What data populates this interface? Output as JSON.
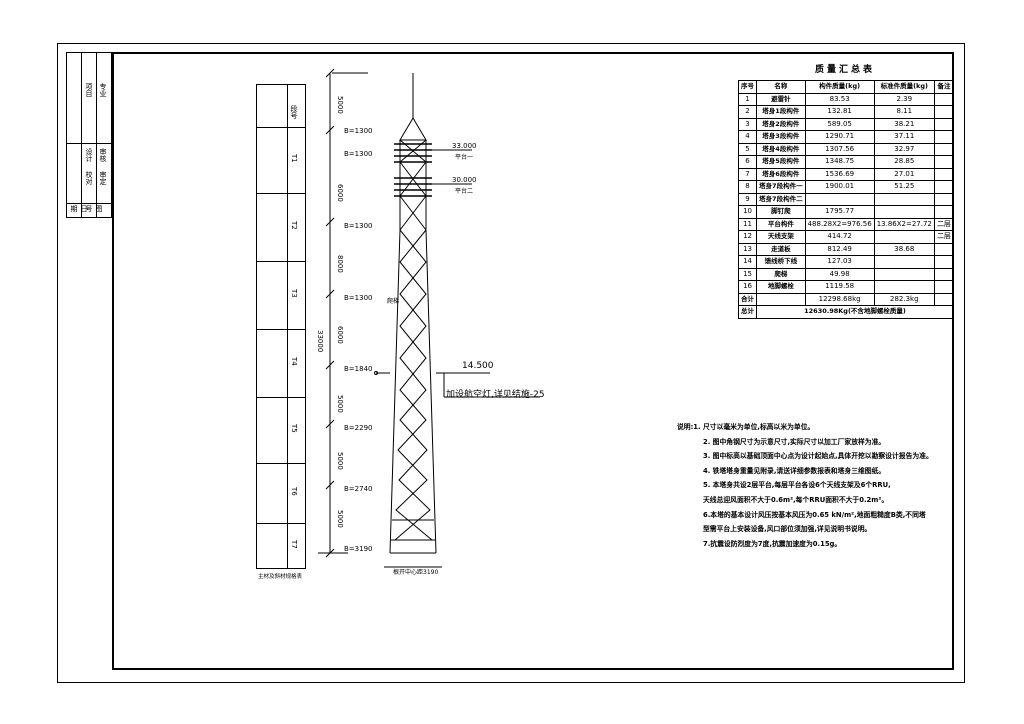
{
  "summary_table": {
    "title": "质量汇总表",
    "headers": [
      "序号",
      "名称",
      "构件质量(kg)",
      "标准件质量(kg)",
      "备注"
    ],
    "rows": [
      [
        "1",
        "避雷针",
        "83.53",
        "2.39",
        ""
      ],
      [
        "2",
        "塔身1段构件",
        "132.81",
        "8.11",
        ""
      ],
      [
        "3",
        "塔身2段构件",
        "589.05",
        "38.21",
        ""
      ],
      [
        "4",
        "塔身3段构件",
        "1290.71",
        "37.11",
        ""
      ],
      [
        "5",
        "塔身4段构件",
        "1307.56",
        "32.97",
        ""
      ],
      [
        "6",
        "塔身5段构件",
        "1348.75",
        "28.85",
        ""
      ],
      [
        "7",
        "塔身6段构件",
        "1536.69",
        "27.01",
        ""
      ],
      [
        "8",
        "塔身7段构件一",
        "1900.01",
        "51.25",
        ""
      ],
      [
        "9",
        "塔身7段构件二",
        "",
        "",
        ""
      ],
      [
        "10",
        "脚钉爬",
        "1795.77",
        "",
        ""
      ],
      [
        "11",
        "平台构件",
        "488.28X2=976.56",
        "13.86X2=27.72",
        "二层"
      ],
      [
        "12",
        "天线支架",
        "414.72",
        "",
        "二层"
      ],
      [
        "13",
        "走道板",
        "812.49",
        "38.68",
        ""
      ],
      [
        "14",
        "馈线桥下线",
        "127.03",
        "",
        ""
      ],
      [
        "15",
        "爬梯",
        "49.98",
        "",
        ""
      ],
      [
        "16",
        "地脚螺栓",
        "1119.58",
        "",
        ""
      ]
    ],
    "subtotal_label": "合计",
    "subtotal_members": "12298.68kg",
    "subtotal_standard": "282.3kg",
    "total_label": "总计",
    "total_value": "12630.98Kg(不含地脚螺栓质量)"
  },
  "notes": {
    "lines": [
      "说明:1. 尺寸以毫米为单位,标高以米为单位。",
      "2. 图中角钢尺寸为示意尺寸,实际尺寸以加工厂家放样为准。",
      "3. 图中标高以基础顶面中心点为设计起始点,具体开挖以勘察设计报告为准。",
      "4. 铁塔塔身重量见附录,请送详细参数报表和塔身三维图纸。",
      "5. 本塔身共设2层平台,每层平台各设6个天线支架及6个RRU,",
      "天线总迎风面积不大于0.6m²,每个RRU面积不大于0.2m²。",
      "6.本塔的基本设计风压按基本风压为0.65 kN/m²,地面粗糙度B类,不同塔",
      "型需平台上安装设备,风口部位须加强,详见说明书说明。",
      "7.抗震设防烈度为7度,抗震加速度为0.15g。"
    ]
  },
  "tower": {
    "total_height": "33000",
    "segments": [
      "5000",
      "6000",
      "8000",
      "6000",
      "5000",
      "5000",
      "5000"
    ],
    "widths": [
      "B=1300",
      "B=1300",
      "B=1300",
      "B=1300",
      "B=1840",
      "B=2290",
      "B=2740",
      "B=3190"
    ],
    "platform1_level": "33.000",
    "platform1_label": "平台一",
    "platform2_level": "30.000",
    "platform2_label": "平台二",
    "light_level": "14.500",
    "light_note": "加设航空灯,详见结施-25",
    "ladder_label": "爬梯",
    "root_label": "根开中心距3190"
  },
  "section_table": {
    "header": "段号",
    "segments": [
      "T1",
      "T2",
      "T3",
      "T4",
      "T5",
      "T6",
      "T7"
    ],
    "caption": "主材及斜材规格表"
  },
  "title_block": {
    "labels": [
      "设计",
      "校对",
      "审核",
      "审定",
      "日期",
      "图号",
      "项目",
      "专业"
    ]
  }
}
